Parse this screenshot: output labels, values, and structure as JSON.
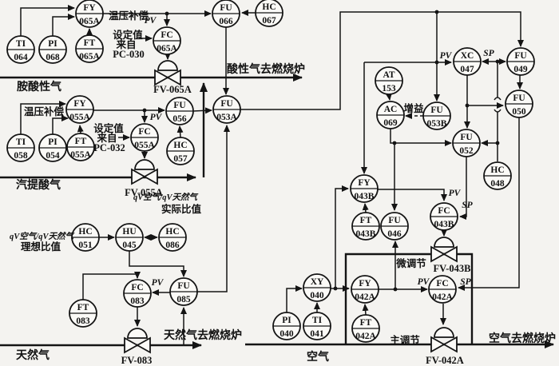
{
  "diagram": {
    "instruments": {
      "ti064": {
        "tag": "TI",
        "num": "064"
      },
      "pi068": {
        "tag": "PI",
        "num": "068"
      },
      "ft065a": {
        "tag": "FT",
        "num": "065A"
      },
      "fy065a": {
        "tag": "FY",
        "num": "065A"
      },
      "fc065a": {
        "tag": "FC",
        "num": "065A"
      },
      "fu066": {
        "tag": "FU",
        "num": "066"
      },
      "hc067": {
        "tag": "HC",
        "num": "067"
      },
      "ti058": {
        "tag": "TI",
        "num": "058"
      },
      "pi054": {
        "tag": "PI",
        "num": "054"
      },
      "ft055a": {
        "tag": "FT",
        "num": "055A"
      },
      "fy055a": {
        "tag": "FY",
        "num": "055A"
      },
      "fc055a": {
        "tag": "FC",
        "num": "055A"
      },
      "fu056": {
        "tag": "FU",
        "num": "056"
      },
      "hc057": {
        "tag": "HC",
        "num": "057"
      },
      "fu053a": {
        "tag": "FU",
        "num": "053A"
      },
      "xc047": {
        "tag": "XC",
        "num": "047"
      },
      "fu049": {
        "tag": "FU",
        "num": "049"
      },
      "fu050": {
        "tag": "FU",
        "num": "050"
      },
      "at153": {
        "tag": "AT",
        "num": "153"
      },
      "ac069": {
        "tag": "AC",
        "num": "069"
      },
      "fu053b": {
        "tag": "FU",
        "num": "053B"
      },
      "fu052": {
        "tag": "FU",
        "num": "052"
      },
      "hc048": {
        "tag": "HC",
        "num": "048"
      },
      "hc051": {
        "tag": "HC",
        "num": "051"
      },
      "hu045": {
        "tag": "HU",
        "num": "045"
      },
      "hc086": {
        "tag": "HC",
        "num": "086"
      },
      "ft083": {
        "tag": "FT",
        "num": "083"
      },
      "fc083": {
        "tag": "FC",
        "num": "083"
      },
      "fu085": {
        "tag": "FU",
        "num": "085"
      },
      "xy040": {
        "tag": "XY",
        "num": "040"
      },
      "pi040": {
        "tag": "PI",
        "num": "040"
      },
      "ti041": {
        "tag": "TI",
        "num": "041"
      },
      "fy042a": {
        "tag": "FY",
        "num": "042A"
      },
      "ft042a": {
        "tag": "FT",
        "num": "042A"
      },
      "fc042a": {
        "tag": "FC",
        "num": "042A"
      },
      "fy043b": {
        "tag": "FY",
        "num": "043B"
      },
      "ft043b": {
        "tag": "FT",
        "num": "043B"
      },
      "fu046": {
        "tag": "FU",
        "num": "046"
      },
      "fc043b": {
        "tag": "FC",
        "num": "043B"
      }
    },
    "valves": {
      "fv065a": "FV-065A",
      "fv055a": "FV-055A",
      "fv083": "FV-083",
      "fv042a": "FV-042A",
      "fv043b": "FV-043B"
    },
    "streams": {
      "amine_acid_gas": "胺酸性气",
      "stripped_acid_gas": "汽提酸气",
      "natural_gas": "天然气",
      "air": "空气",
      "acid_gas_to_furnace": "酸性气去燃烧炉",
      "natural_gas_to_furnace": "天然气去燃烧炉",
      "air_to_furnace": "空气去燃烧炉"
    },
    "annotations": {
      "temp_pressure_compensation": "温压补偿",
      "setpoint": "设定值",
      "from": "来自",
      "pc030": "PC-030",
      "pc032": "PC-032",
      "gain": "增益",
      "fine_control": "微调节",
      "main_control": "主调节",
      "ratio_expr": "qV空气/qV天然气",
      "ideal_ratio": "理想比值",
      "actual_ratio": "实际比值",
      "pv": "PV",
      "sp": "SP"
    }
  }
}
